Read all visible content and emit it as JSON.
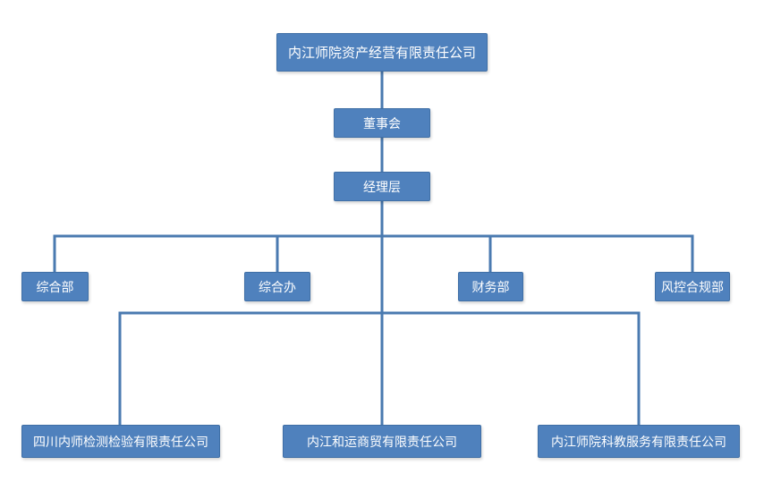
{
  "colors": {
    "node_fill": "#4f81bd",
    "connector": "#4a7ab0"
  },
  "org": {
    "company": {
      "label": "内江师院资产经营有限责任公司"
    },
    "board": {
      "label": "董事会"
    },
    "management": {
      "label": "经理层"
    },
    "departments": [
      {
        "label": "综合部"
      },
      {
        "label": "综合办"
      },
      {
        "label": "财务部"
      },
      {
        "label": "风控合规部"
      }
    ],
    "subsidiaries": [
      {
        "label": "四川内师检测检验有限责任公司"
      },
      {
        "label": "内江和运商贸有限责任公司"
      },
      {
        "label": "内江师院科教服务有限责任公司"
      }
    ]
  }
}
